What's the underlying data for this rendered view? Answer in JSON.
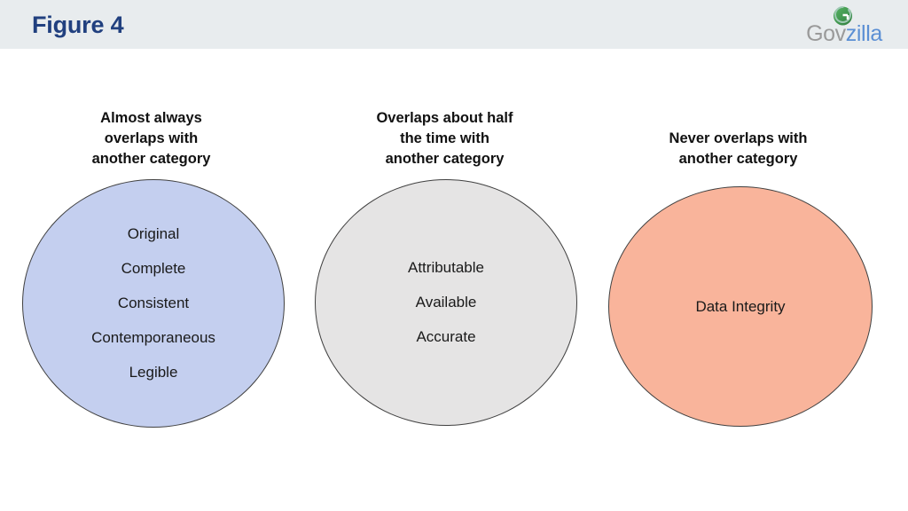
{
  "header": {
    "title": "Figure 4",
    "background_color": "#e8ecee",
    "title_color": "#21407f",
    "logo": {
      "name_part1": "Gov",
      "name_part2": "zilla",
      "part1_color": "#9a9a9a",
      "part2_color": "#5b8fd4",
      "mark_color": "#3f9b4f"
    }
  },
  "diagram": {
    "type": "venn-category-circles",
    "columns": [
      {
        "caption": "Almost always\noverlaps with\nanother category",
        "fill_color": "#c4cfef",
        "border_color": "#404040",
        "items": [
          "Original",
          "Complete",
          "Consistent",
          "Contemporaneous",
          "Legible"
        ]
      },
      {
        "caption": "Overlaps about half\nthe time with\nanother category",
        "fill_color": "#e5e4e4",
        "border_color": "#404040",
        "items": [
          "Attributable",
          "Available",
          "Accurate"
        ]
      },
      {
        "caption": "Never overlaps with\nanother category",
        "fill_color": "#f9b49b",
        "border_color": "#404040",
        "items": [
          "Data Integrity"
        ]
      }
    ]
  }
}
